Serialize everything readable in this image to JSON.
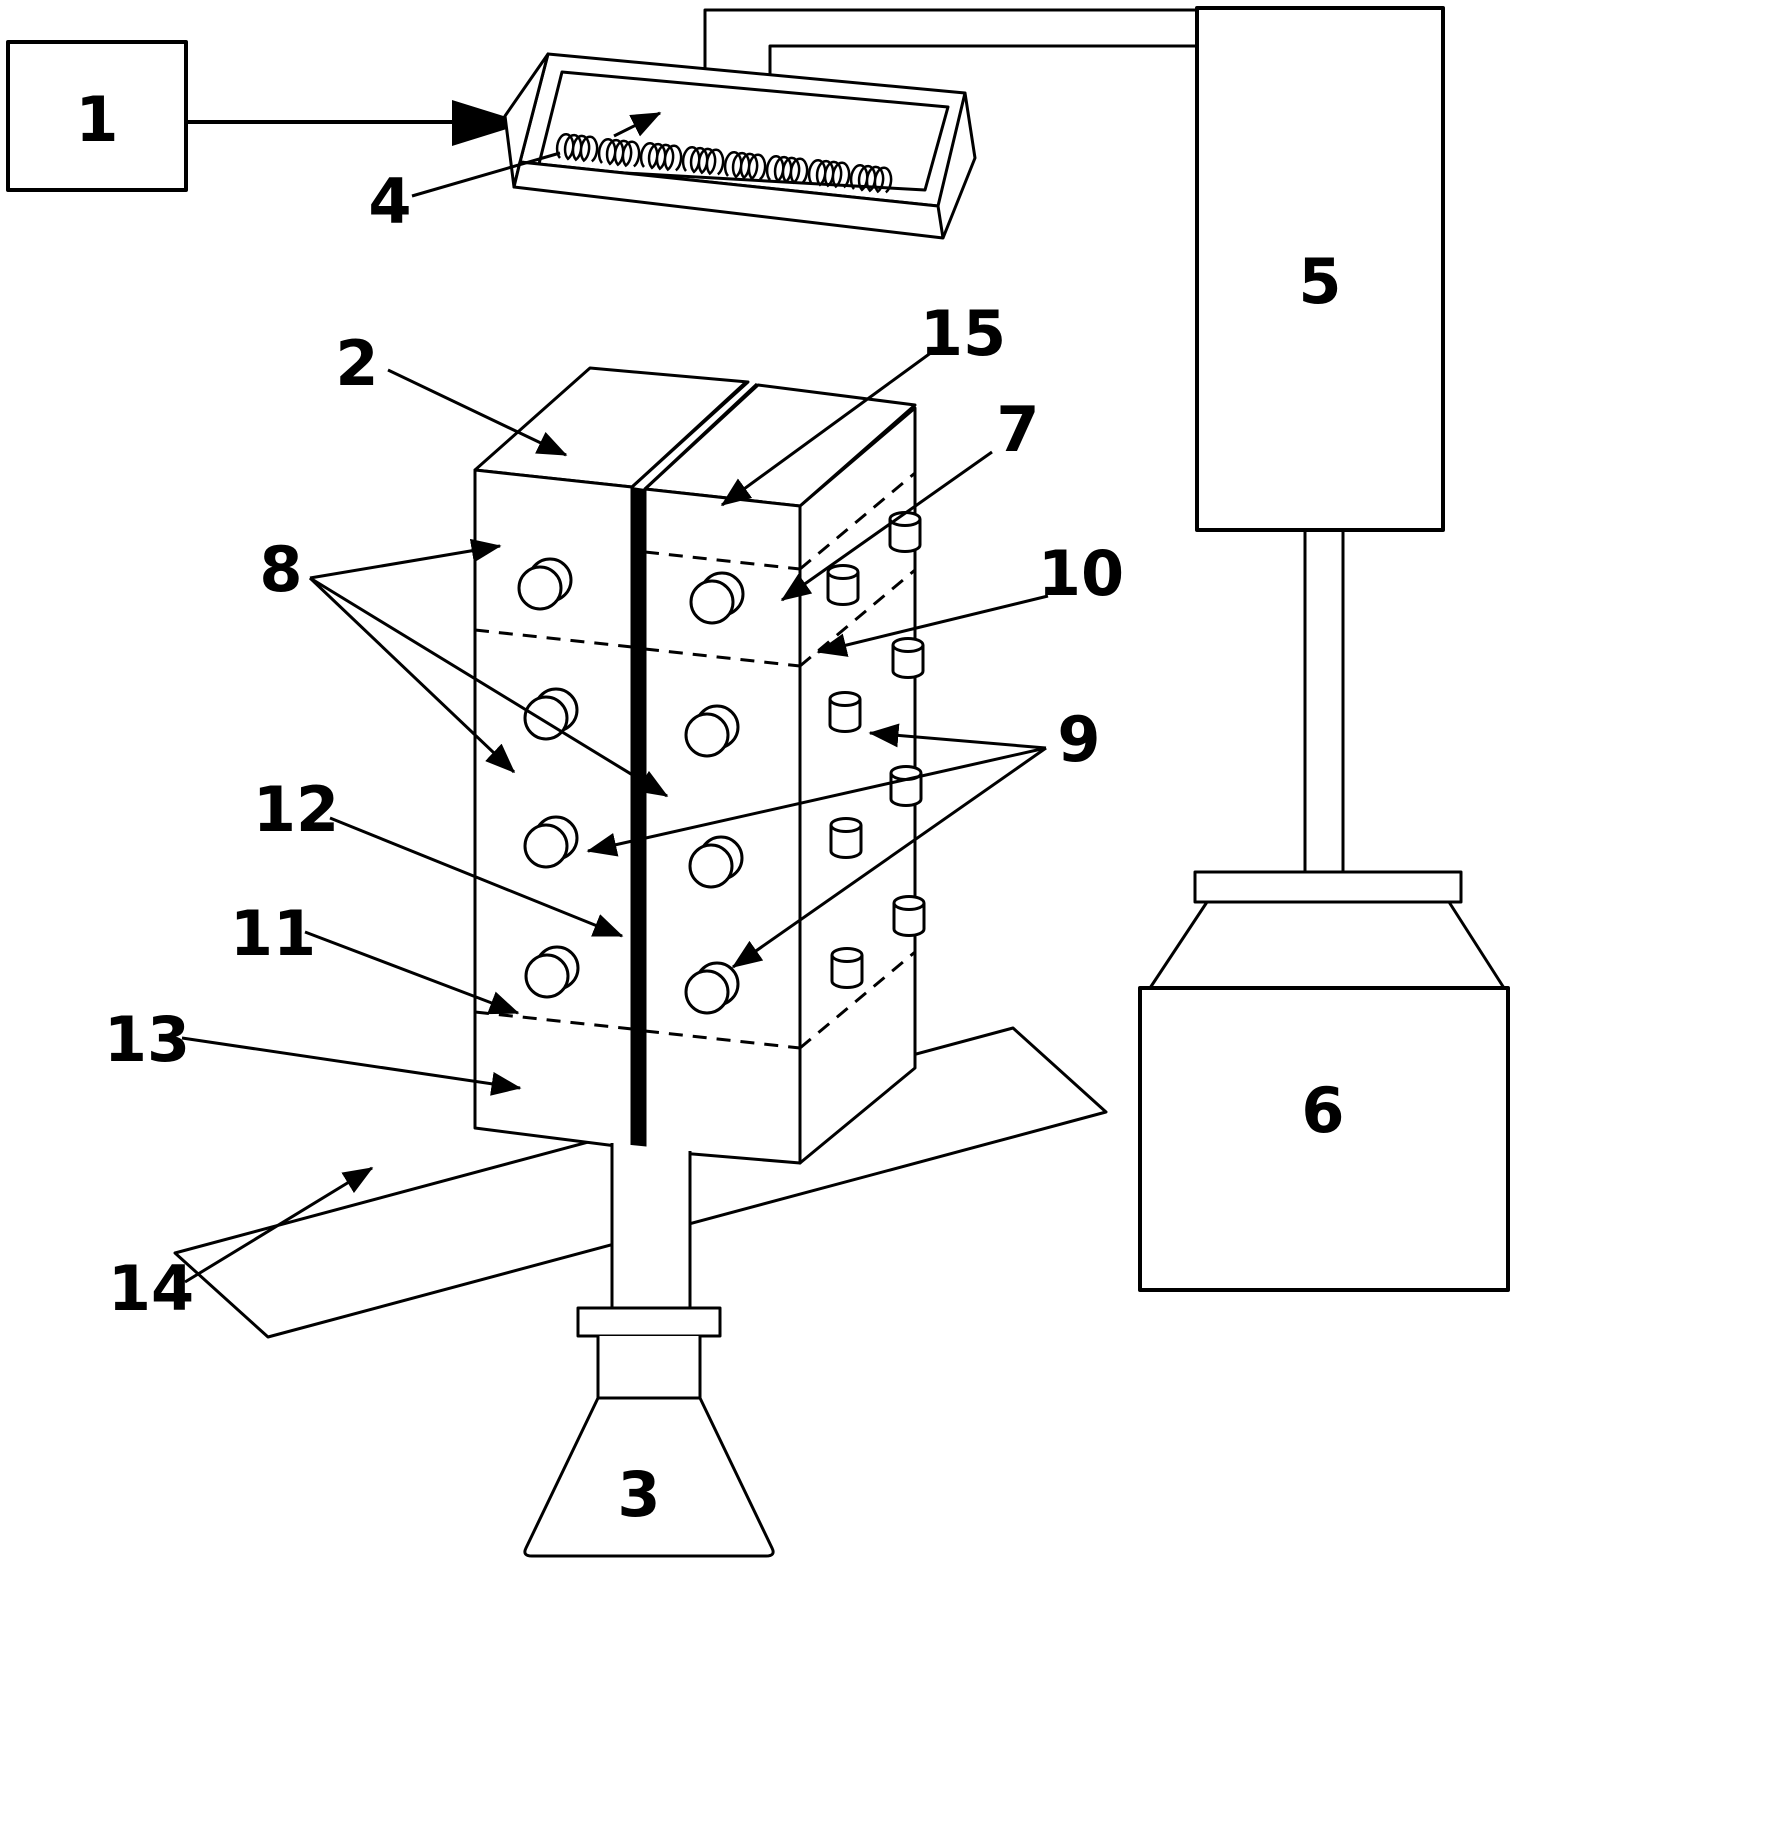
{
  "colors": {
    "ink": "#000000",
    "paper": "#ffffff"
  },
  "labels": {
    "n1": "1",
    "n2": "2",
    "n3": "3",
    "n4": "4",
    "n5": "5",
    "n6": "6",
    "n7": "7",
    "n8": "8",
    "n9": "9",
    "n10": "10",
    "n11": "11",
    "n12": "12",
    "n13": "13",
    "n14": "14",
    "n15": "15"
  }
}
